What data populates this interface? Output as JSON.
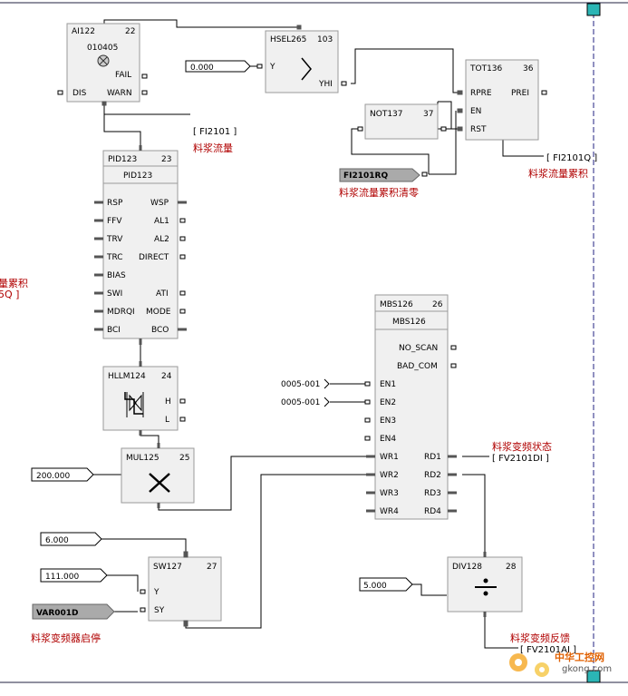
{
  "blocks": {
    "ai122": {
      "name": "AI122",
      "num": "22",
      "sub": "010405",
      "pins": [
        "FAIL",
        "DIS",
        "WARN"
      ]
    },
    "hsel265": {
      "name": "HSEL265",
      "num": "103",
      "pins": [
        "Y",
        "YHI"
      ]
    },
    "tot136": {
      "name": "TOT136",
      "num": "36",
      "pins": [
        "RPRE",
        "PREI",
        "EN",
        "RST"
      ]
    },
    "not137": {
      "name": "NOT137",
      "num": "37"
    },
    "pid123": {
      "name": "PID123",
      "num": "23",
      "title": "PID123",
      "pins_left": [
        "RSP",
        "FFV",
        "TRV",
        "TRC",
        "BIAS",
        "SWI",
        "MDRQI",
        "BCI"
      ],
      "pins_right": [
        "WSP",
        "AL1",
        "AL2",
        "DIRECT",
        "ATI",
        "MODE",
        "BCO"
      ]
    },
    "hllm124": {
      "name": "HLLM124",
      "num": "24",
      "pins": [
        "H",
        "L"
      ]
    },
    "mul125": {
      "name": "MUL125",
      "num": "25"
    },
    "sw127": {
      "name": "SW127",
      "num": "27",
      "pins": [
        "Y",
        "SY"
      ]
    },
    "mbs126": {
      "name": "MBS126",
      "num": "26",
      "title": "MBS126",
      "pins_right": [
        "NO_SCAN",
        "BAD_COM",
        "RD1",
        "RD2",
        "RD3",
        "RD4"
      ],
      "pins_left": [
        "EN1",
        "EN2",
        "EN3",
        "EN4",
        "WR1",
        "WR2",
        "WR3",
        "WR4"
      ]
    },
    "div128": {
      "name": "DIV128",
      "num": "28"
    }
  },
  "constants": {
    "hsel_y": "0.000",
    "mul_k": "200.000",
    "sw_a": "6.000",
    "sw_b": "111.000",
    "div_k": "5.000",
    "en1": "0005-001",
    "en2": "0005-001"
  },
  "tags": {
    "fi2101rq": "FI2101RQ",
    "var001d": "VAR001D"
  },
  "notes": {
    "fi2101": "[ FI2101 ]",
    "fi2101_cn": "料浆流量",
    "fi2101q": "[ FI2101Q ]",
    "fi2101q_cn": "料浆流量累积",
    "fi2101rq_cn": "料浆流量累积清零",
    "left_cn": "量累积",
    "left_tag": "5Q ]",
    "var001d_cn": "料浆变频器启停",
    "fv2101di": "[ FV2101DI ]",
    "fv2101di_cn": "料浆变频状态",
    "fv2101ai": "[ FV2101AI ]",
    "fv2101ai_cn": "料浆变频反馈"
  },
  "watermark": {
    "line1": "中华工控网",
    "line2": "gkong.com"
  },
  "colors": {
    "annotation": "#b00000",
    "block_fill": "#f0f0f0",
    "marker": "#2bb5b5"
  }
}
